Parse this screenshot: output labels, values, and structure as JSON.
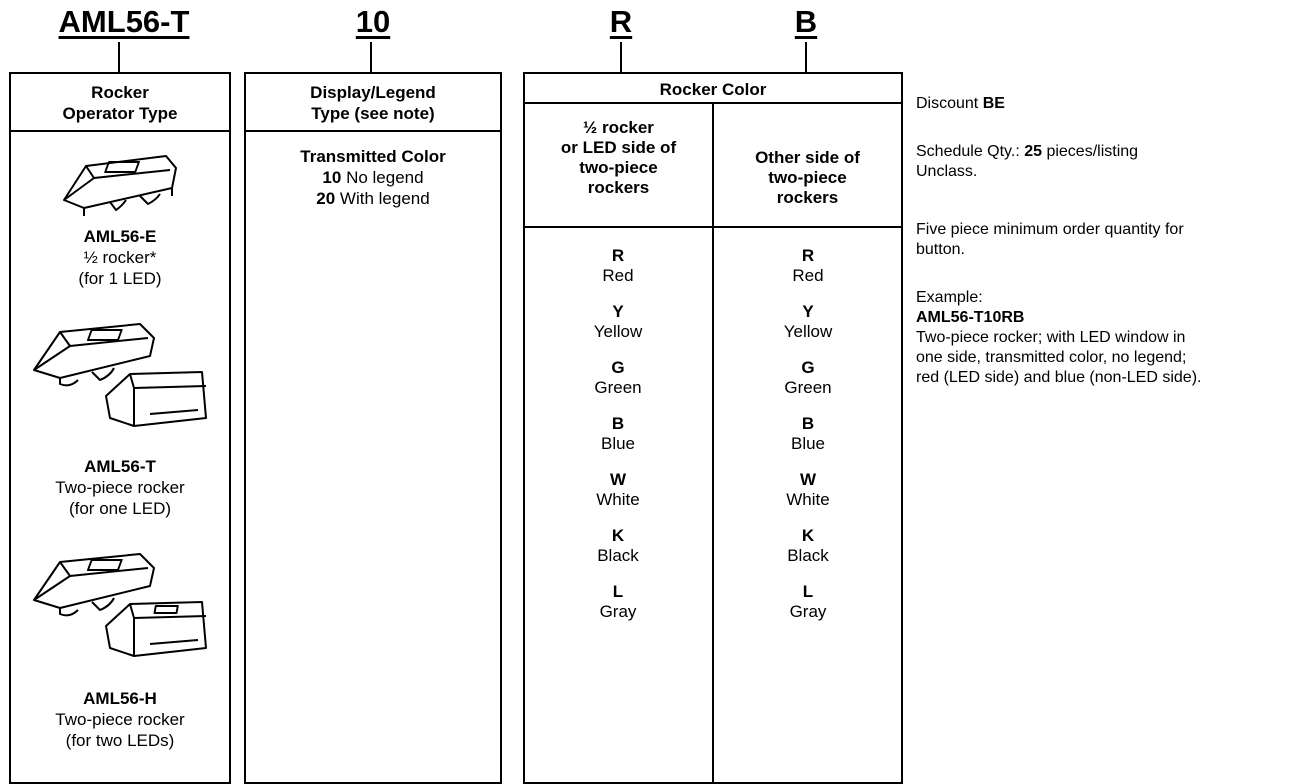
{
  "codes": {
    "c1": "AML56-T",
    "c2": "10",
    "c3": "R",
    "c4": "B"
  },
  "col1": {
    "header_line1": "Rocker",
    "header_line2": "Operator Type",
    "items": [
      {
        "code": "AML56-E",
        "line1": "½ rocker*",
        "line2": "(for 1 LED)"
      },
      {
        "code": "AML56-T",
        "line1": "Two-piece rocker",
        "line2": "(for one LED)"
      },
      {
        "code": "AML56-H",
        "line1": "Two-piece rocker",
        "line2": "(for two LEDs)"
      }
    ]
  },
  "col2": {
    "header_line1": "Display/Legend",
    "header_line2": "Type (see note)",
    "sub_title": "Transmitted Color",
    "opts": [
      {
        "code": "10",
        "label": " No legend"
      },
      {
        "code": "20",
        "label": " With legend"
      }
    ]
  },
  "col3": {
    "header": "Rocker Color",
    "sub_left": [
      "½ rocker",
      "or LED side of",
      "two-piece",
      "rockers"
    ],
    "sub_right": [
      "Other side of",
      "two-piece",
      "rockers"
    ],
    "colors": [
      {
        "code": "R",
        "name": "Red"
      },
      {
        "code": "Y",
        "name": "Yellow"
      },
      {
        "code": "G",
        "name": "Green"
      },
      {
        "code": "B",
        "name": "Blue"
      },
      {
        "code": "W",
        "name": "White"
      },
      {
        "code": "K",
        "name": "Black"
      },
      {
        "code": "L",
        "name": "Gray"
      }
    ]
  },
  "side": {
    "discount_label": "Discount ",
    "discount_value": "BE",
    "sched_label": "Schedule Qty.: ",
    "sched_value": "25",
    "sched_suffix": " pieces/listing",
    "unclass": "Unclass.",
    "min_order_1": "Five piece minimum order quantity for",
    "min_order_2": "button.",
    "example_label": "Example:",
    "example_code": "AML56-T10RB",
    "example_desc": [
      "Two-piece rocker; with LED window in",
      "one side, transmitted color, no legend;",
      "red (LED side) and blue (non-LED side)."
    ]
  }
}
